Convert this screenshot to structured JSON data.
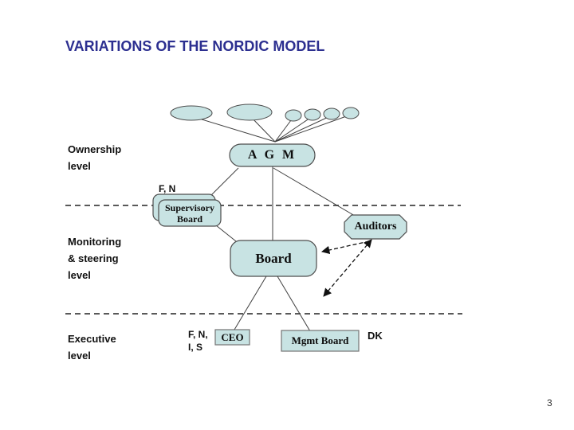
{
  "title": "VARIATIONS OF THE NORDIC MODEL",
  "page_number": "3",
  "colors": {
    "title": "#2c2f90",
    "node_fill": "#c8e3e3",
    "node_border": "#4d4d4d",
    "separator": "#595959"
  },
  "level_labels": {
    "ownership": "Ownership\nlevel",
    "monitoring": "Monitoring\n& steering\nlevel",
    "executive": "Executive\nlevel"
  },
  "nodes": {
    "agm": "A G M",
    "supervisory_board": "Supervisory\nBoard",
    "auditors": "Auditors",
    "board": "Board",
    "ceo": "CEO",
    "mgmt_board": "Mgmt Board"
  },
  "annotations": {
    "supervisory_countries": "F, N",
    "ceo_countries": "F, N,\nI, S",
    "mgmt_board_countries": "DK"
  }
}
